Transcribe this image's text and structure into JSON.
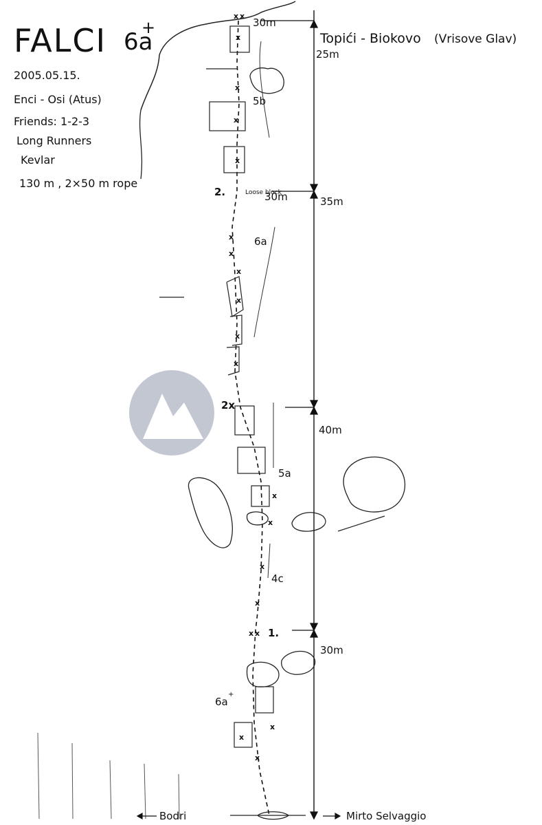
{
  "title": "FALCI",
  "title_grade": "6a",
  "title_grade_plus": "+",
  "info": {
    "date": "2005.05.15.",
    "climbers": "Enci - Osi (Atus)",
    "friends": "Friends: 1-2-3",
    "runners": "Long Runners",
    "kevlar": "Kevlar",
    "length": "130 m , 2×50 m rope"
  },
  "location": {
    "name": "Topići - Biokovo",
    "sub": "(Vrisove Glav)"
  },
  "belays": [
    {
      "label": "",
      "right": "30m"
    },
    {
      "label": "2.",
      "right": "30m"
    },
    {
      "label": "2x",
      "right": ""
    },
    {
      "label": "1.",
      "right": ""
    }
  ],
  "pitch_lengths": [
    "25m",
    "35m",
    "40m",
    "30m"
  ],
  "grades": [
    "5b",
    "6a",
    "5a",
    "4c",
    "6a"
  ],
  "grade_plus": "+",
  "annotation_loose": "Loose block",
  "approach": {
    "left": "Bodri",
    "right": "Mirto Selvaggio"
  },
  "watermark": "mountain"
}
